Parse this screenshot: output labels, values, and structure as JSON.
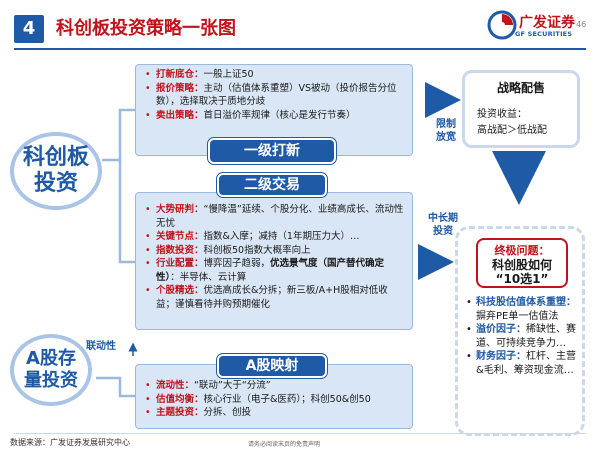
{
  "header": {
    "section_number": "4",
    "title": "科创板投资策略一张图",
    "logo_cn": "广发证券",
    "logo_en": "GF SECURITIES",
    "page_number": "46"
  },
  "left": {
    "kcb_line1": "科创板",
    "kcb_line2": "投资",
    "agu_line1": "A股存",
    "agu_line2": "量投资",
    "link_label": "联动性"
  },
  "block1": {
    "items": [
      {
        "key": "打新底仓：",
        "text": "一般上证50"
      },
      {
        "key": "报价策略：",
        "text": "主动（估值体系重塑）VS被动（投价报告分位数），选择取决于质地分歧"
      },
      {
        "key": "卖出策略：",
        "text": "首日溢价率规律（核心是发行节奏）"
      }
    ],
    "tag": "一级打新"
  },
  "block2": {
    "tag": "二级交易",
    "items": [
      {
        "key": "大势研判：",
        "text": "“慢降温”延续、个股分化、业绩高成长、流动性无忧"
      },
      {
        "key": "关键节点：",
        "text": "指数&入摩；减持（1年期压力大）…"
      },
      {
        "key": "指数投资：",
        "text": "科创板50指数大概率向上"
      },
      {
        "key": "行业配置：",
        "text": "博弈因子趋弱，",
        "bold_tail": "优选景气度（国产替代确定性）",
        "tail": "：半导体、云计算"
      },
      {
        "key": "个股精选：",
        "text": "优选高成长&分拆；新三板/A+H股相对低收益；谨慎看待并购预期催化"
      }
    ]
  },
  "block3": {
    "tag": "A股映射",
    "items": [
      {
        "key": "流动性：",
        "text": "“联动”大于“分流”"
      },
      {
        "key": "估值均衡：",
        "text": "核心行业（电子&医药）；科创50&创50"
      },
      {
        "key": "主题投资：",
        "text": "分拆、创投"
      }
    ]
  },
  "notes": {
    "limit_line1": "限制",
    "limit_line2": "放宽",
    "mid_line1": "中长期",
    "mid_line2": "投资"
  },
  "right_top": {
    "heading": "战略配售",
    "line1": "投资收益：",
    "line2": "高战配＞低战配"
  },
  "right_bottom": {
    "question": "终极问题：",
    "answer_line1": "科创股如何",
    "answer_line2": "“10选1”",
    "items": [
      {
        "key": "科技股估值体系重塑：",
        "text": "摒弃PE单一估值法"
      },
      {
        "key": "溢价因子：",
        "text": "稀缺性、赛道、可持续竞争力…"
      },
      {
        "key": "财务因子：",
        "text": "杠杆、主营&毛利、筹资现金流…"
      }
    ]
  },
  "footer": {
    "source": "数据来源：广发证券发展研究中心",
    "disclaimer": "请务必阅读末页的免责声明"
  },
  "colors": {
    "brand_blue": "#1f5aa6",
    "accent_red": "#c0131b",
    "panel_blue": "#d9e6f5"
  }
}
